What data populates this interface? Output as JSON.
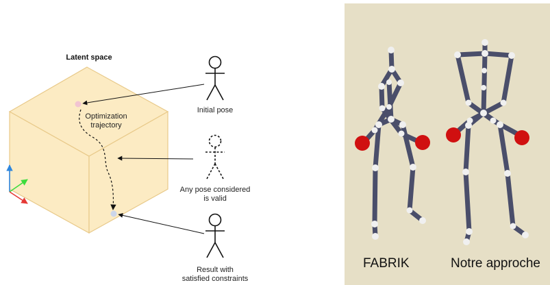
{
  "left_diagram": {
    "title": "Latent space",
    "trajectory_label": "Optimization\ntrajectory",
    "figures": [
      {
        "label": "Initial pose"
      },
      {
        "label": "Any pose considered\nis valid"
      },
      {
        "label": "Result with\nsatisfied constraints"
      }
    ],
    "colors": {
      "cube_fill": "#fcebc3",
      "cube_edge": "#e8c989",
      "initial_point": "#f2c4d2",
      "result_point": "#ccd6ea",
      "axis_x": "#e53935",
      "axis_y": "#3ddc3d",
      "axis_z": "#2e86de"
    }
  },
  "right_panel": {
    "captions": [
      "FABRIK",
      "Notre approche"
    ],
    "colors": {
      "background": "#e6dfc6",
      "bone": "#4a4e6a",
      "joint": "#f0f0f0",
      "effector": "#d01010"
    }
  }
}
